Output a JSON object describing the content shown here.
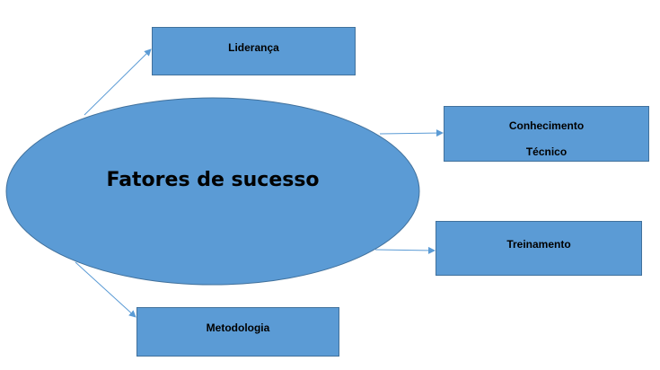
{
  "diagram": {
    "center": {
      "label": "Fatores de sucesso"
    },
    "nodes": [
      {
        "id": "lideranca",
        "lines": [
          "Liderança"
        ]
      },
      {
        "id": "conhecimento",
        "lines": [
          "Conhecimento",
          "Técnico"
        ]
      },
      {
        "id": "treinamento",
        "lines": [
          "Treinamento"
        ]
      },
      {
        "id": "metodologia",
        "lines": [
          "Metodologia"
        ]
      }
    ]
  },
  "colors": {
    "fill": "#5b9bd5",
    "stroke": "#41719c",
    "arrow": "#5b9bd5"
  }
}
